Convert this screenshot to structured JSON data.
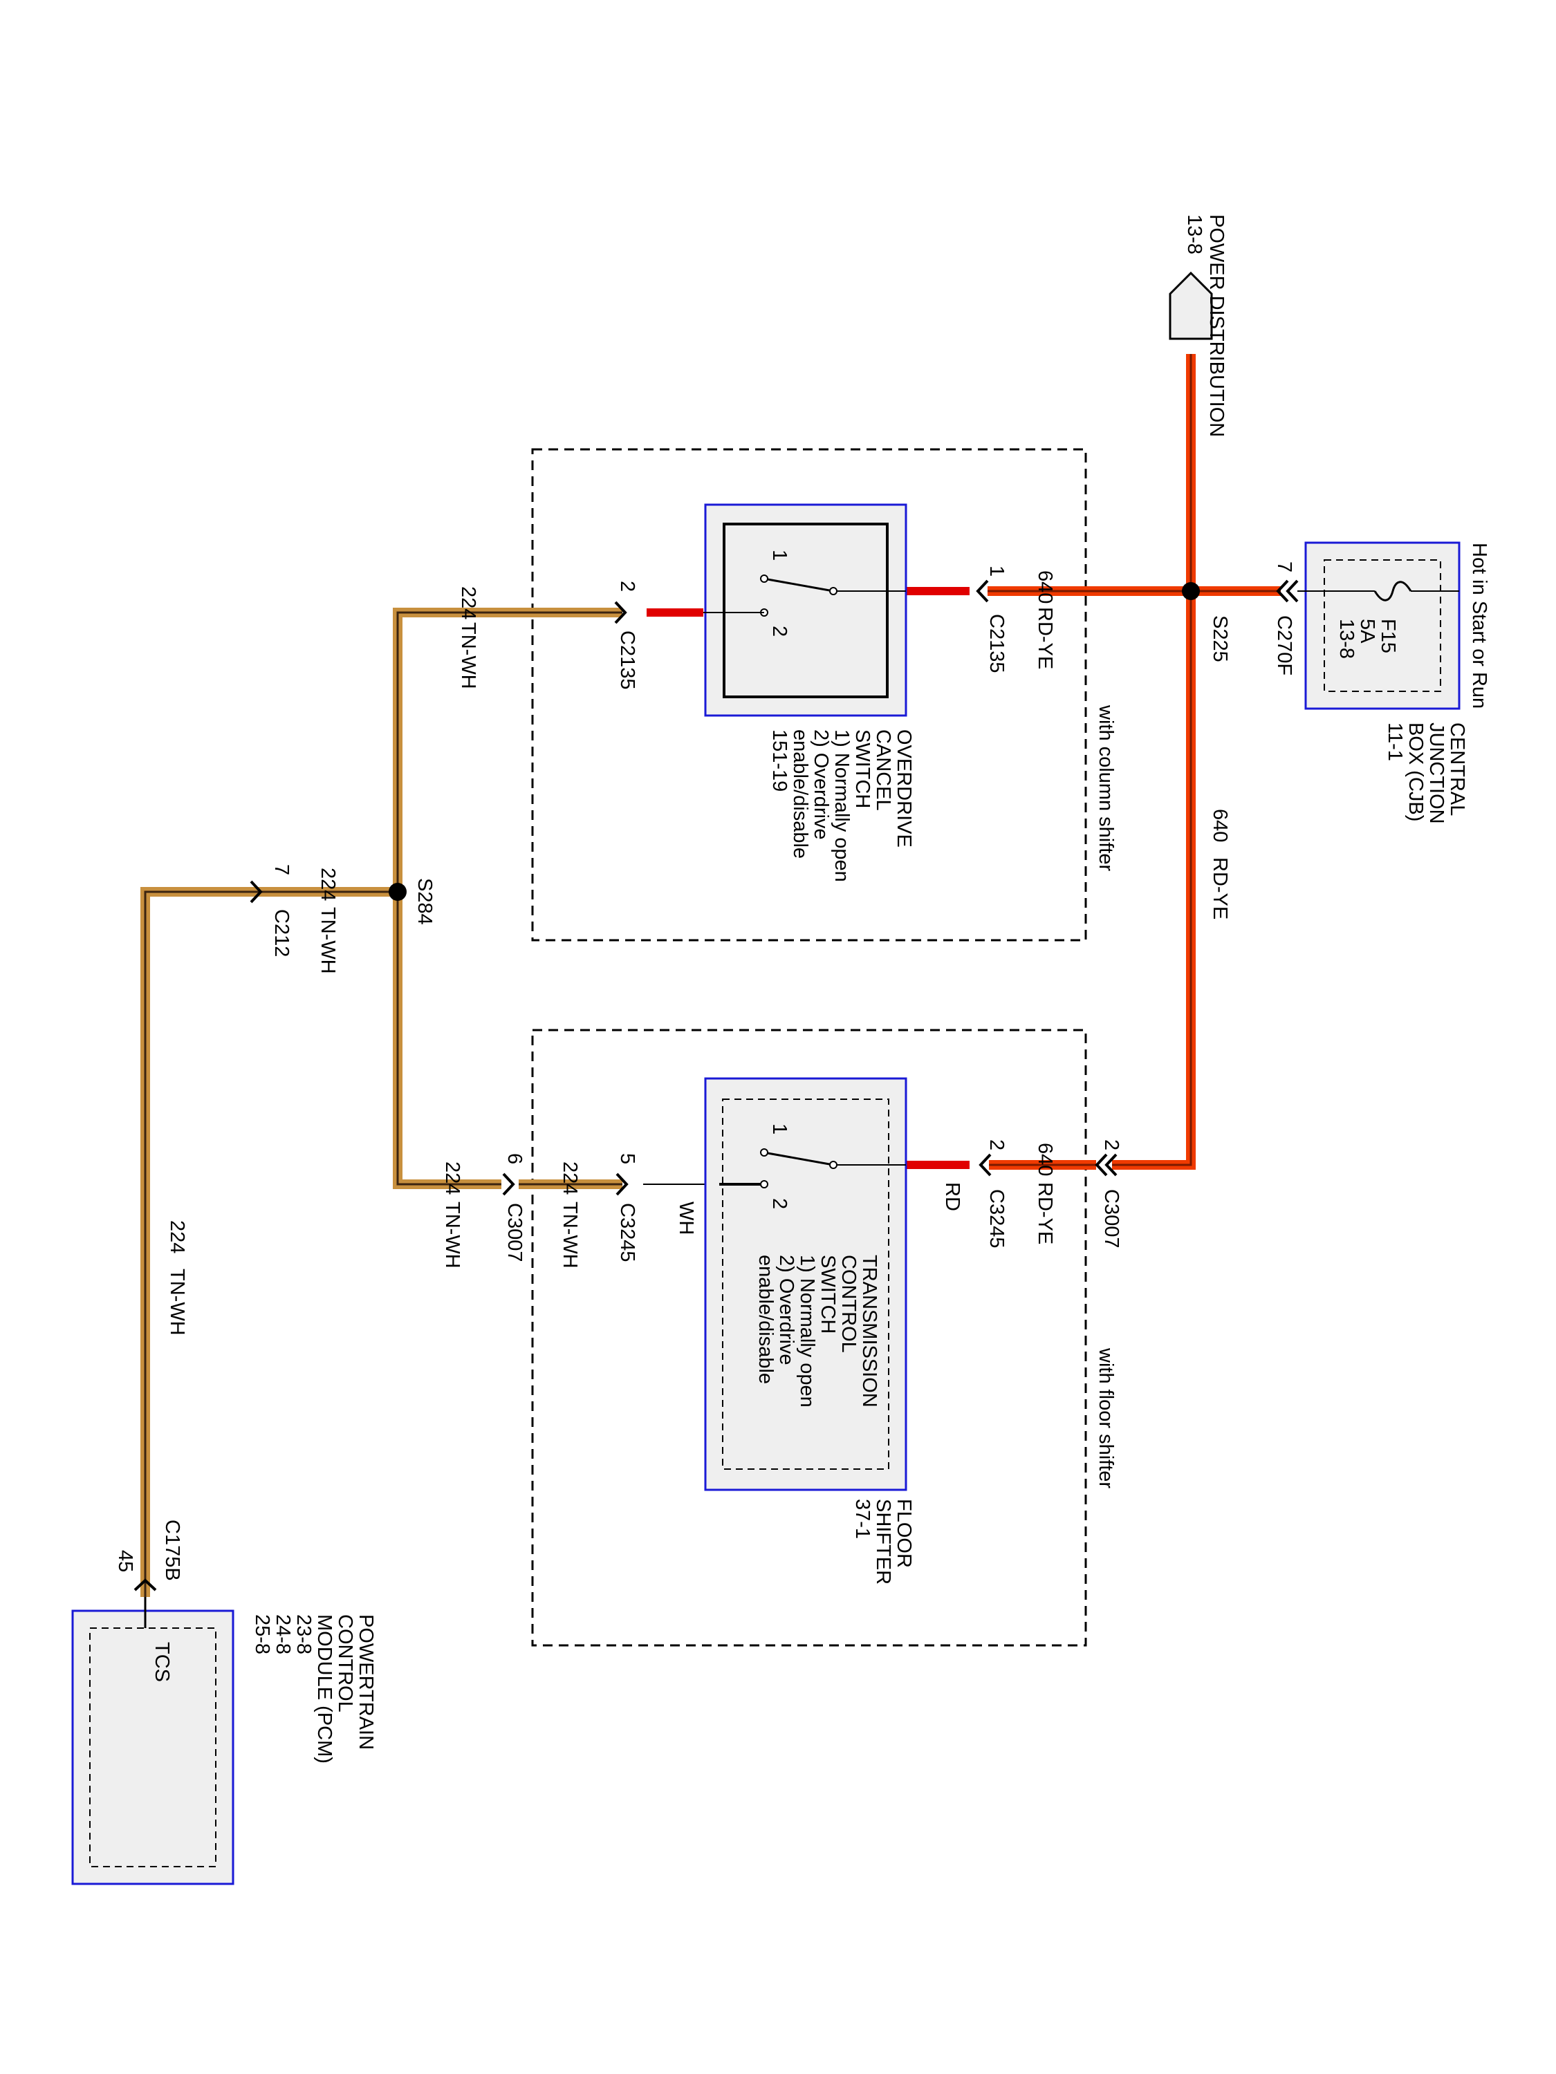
{
  "colors": {
    "rd_ye_outer": "#f03a00",
    "rd_ye_inner": "#7a1a00",
    "rd": "#e00000",
    "tn_wh_outer": "#c8903e",
    "tn_wh_inner": "#3b2410",
    "component_border": "#1a1ad6",
    "component_fill": "#efefef"
  },
  "power_distribution": {
    "label": "POWER DISTRIBUTION",
    "ref": "13-8"
  },
  "cjb": {
    "condition": "Hot in Start or Run",
    "fuse_name": "F15",
    "fuse_rating": "5A",
    "fuse_ref": "13-8",
    "name": [
      "CENTRAL",
      "JUNCTION",
      "BOX (CJB)",
      "11-1"
    ],
    "pin": "7",
    "connector": "C270F"
  },
  "splice_s225": "S225",
  "splice_s284": "S284",
  "wire_640": {
    "circuit": "640",
    "color": "RD-YE"
  },
  "wire_224": {
    "circuit": "224",
    "color": "TN-WH"
  },
  "wire_rd": {
    "color": "RD"
  },
  "wire_wh": {
    "color": "WH"
  },
  "column_shifter": {
    "label": "with column shifter",
    "name": [
      "OVERDRIVE",
      "CANCEL",
      "SWITCH",
      "1) Normally open",
      "2) Overdrive",
      "enable/disable",
      "151-19"
    ],
    "pin_in": "1",
    "pin_out": "2",
    "connector": "C2135",
    "contact_1": "1",
    "contact_2": "2"
  },
  "floor_shifter": {
    "label": "with floor shifter",
    "name": [
      "TRANSMISSION",
      "CONTROL",
      "SWITCH",
      "1) Normally open",
      "2) Overdrive",
      "enable/disable"
    ],
    "location": [
      "FLOOR",
      "SHIFTER",
      "37-1"
    ],
    "pin_in": "2",
    "pin_out": "5",
    "connector": "C3245",
    "contact_1": "1",
    "contact_2": "2"
  },
  "c3007": {
    "connector": "C3007",
    "pin_a": "2",
    "pin_b": "6"
  },
  "c212": {
    "connector": "C212",
    "pin": "7"
  },
  "pcm": {
    "connector": "C175B",
    "pin": "45",
    "input": "TCS",
    "name": [
      "POWERTRAIN",
      "CONTROL",
      "MODULE (PCM)",
      "23-8",
      "24-8",
      "25-8"
    ]
  }
}
